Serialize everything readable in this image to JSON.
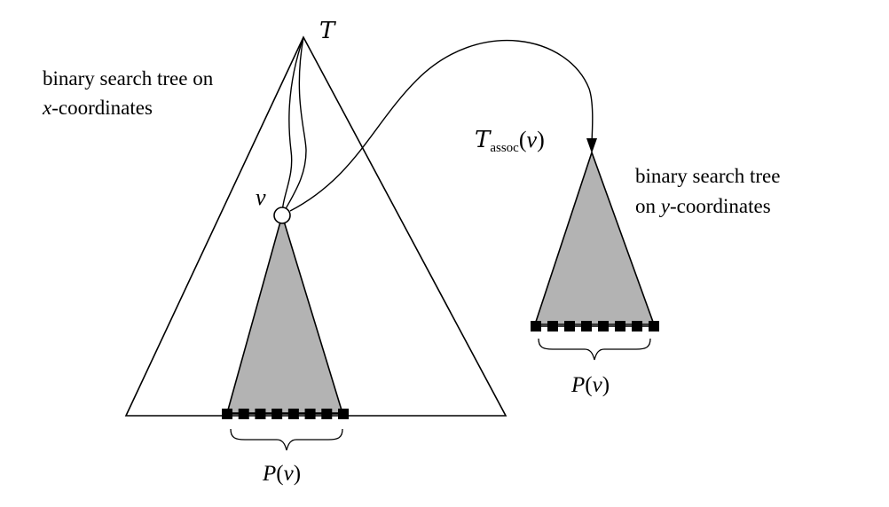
{
  "main_tree": {
    "symbol": "T",
    "description_line1": "binary search tree on",
    "description_line2_var": "x",
    "description_line2_rest": "-coordinates"
  },
  "node": {
    "label": "ν"
  },
  "associated_tree": {
    "symbol": "T",
    "subscript": "assoc",
    "open_paren": "(",
    "arg": "ν",
    "close_paren": ")",
    "description_line1": "binary search tree",
    "description_line2_prefix": "on ",
    "description_line2_var": "y",
    "description_line2_rest": "-coordinates"
  },
  "canonical_subset_left": {
    "fn": "P",
    "open_paren": "(",
    "arg": "ν",
    "close_paren": ")"
  },
  "canonical_subset_right": {
    "fn": "P",
    "open_paren": "(",
    "arg": "ν",
    "close_paren": ")"
  },
  "colors": {
    "subtree_fill": "#b3b3b3",
    "stroke": "#000000",
    "leaf_fill": "#000000",
    "node_fill": "#ffffff"
  }
}
